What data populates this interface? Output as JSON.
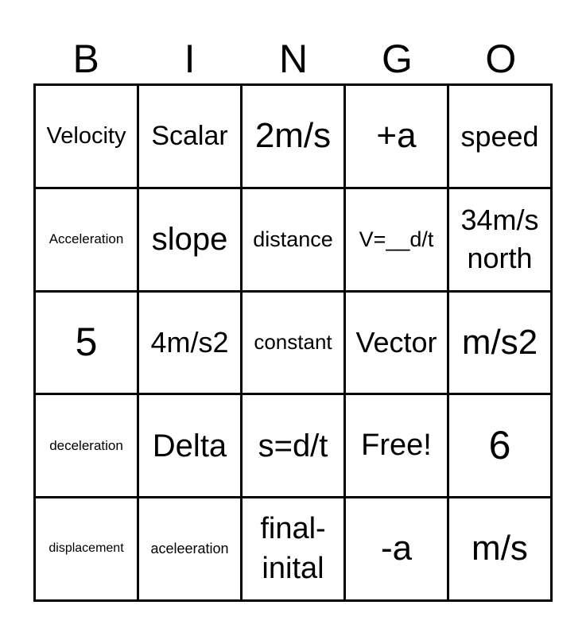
{
  "header": [
    "B",
    "I",
    "N",
    "G",
    "O"
  ],
  "cells": [
    [
      "Velocity",
      "Scalar",
      "2m/s",
      "+a",
      "speed"
    ],
    [
      "Acceleration",
      "slope",
      "distance",
      "V=__d/t",
      "34m/s\nnorth"
    ],
    [
      "5",
      "4m/s2",
      "constant",
      "Vector",
      "m/s2"
    ],
    [
      "deceleration",
      "Delta",
      "s=d/t",
      "Free!",
      "6"
    ],
    [
      "displacement",
      "aceleeration",
      "final-\ninital",
      "-a",
      "m/s"
    ]
  ]
}
